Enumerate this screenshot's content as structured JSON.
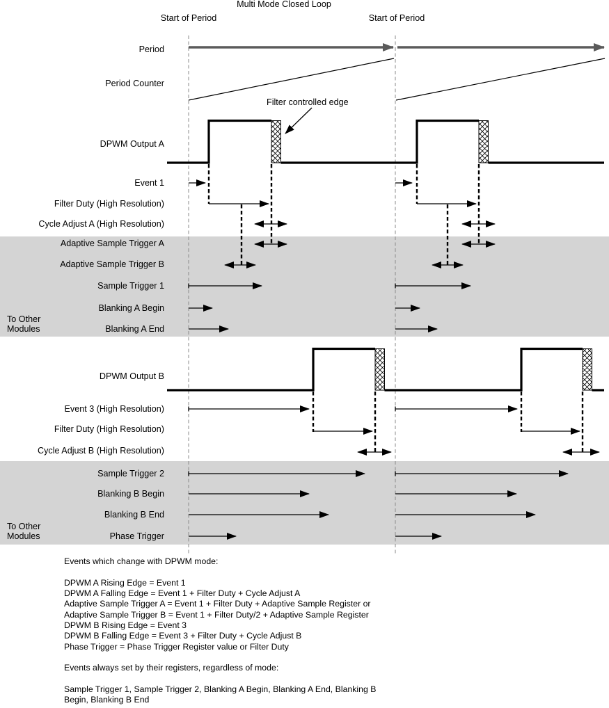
{
  "title": "Multi Mode Closed Loop",
  "markers": {
    "start_of_period_left": "Start of Period",
    "start_of_period_right": "Start of Period"
  },
  "callout": {
    "filter_controlled_edge": "Filter controlled edge"
  },
  "side_labels": {
    "to_other_modules_a": "To Other Modules",
    "to_other_modules_b": "To Other Modules"
  },
  "rows": {
    "period": "Period",
    "period_counter": "Period Counter",
    "dpwm_output_a": "DPWM Output A",
    "event_1": "Event 1",
    "filter_duty_a": "Filter Duty (High Resolution)",
    "cycle_adjust_a": "Cycle Adjust A (High Resolution)",
    "adaptive_sample_trigger_a": "Adaptive Sample Trigger A",
    "adaptive_sample_trigger_b": "Adaptive Sample Trigger B",
    "sample_trigger_1": "Sample Trigger 1",
    "blanking_a_begin": "Blanking A Begin",
    "blanking_a_end": "Blanking A End",
    "dpwm_output_b": "DPWM Output B",
    "event_3": "Event 3 (High Resolution)",
    "filter_duty_b": "Filter Duty (High Resolution)",
    "cycle_adjust_b": "Cycle Adjust B (High Resolution)",
    "sample_trigger_2": "Sample Trigger 2",
    "blanking_b_begin": "Blanking B Begin",
    "blanking_b_end": "Blanking B End",
    "phase_trigger": "Phase Trigger"
  },
  "footer": {
    "lines": [
      "Events which change with DPWM mode:",
      "",
      "DPWM A Rising Edge = Event 1",
      "DPWM A Falling Edge = Event 1 + Filter Duty + Cycle Adjust A",
      "Adaptive Sample Trigger A = Event 1 + Filter Duty + Adaptive Sample Register or",
      "Adaptive Sample Trigger B = Event 1 + Filter Duty/2 + Adaptive Sample Register",
      "DPWM B Rising Edge = Event 3",
      "DPWM B Falling Edge = Event 3 + Filter Duty + Cycle Adjust B",
      "Phase Trigger = Phase Trigger Register value or Filter Duty",
      "",
      "Events always set by their registers, regardless of mode:",
      "",
      "Sample Trigger 1, Sample Trigger 2, Blanking A Begin, Blanking A End, Blanking B",
      "Begin, Blanking B End"
    ]
  },
  "colors": {
    "band_gray": "#d4d4d4",
    "period_line_gray": "#5b5b5b",
    "dashed_guide_gray": "#8a8a8a",
    "line_black": "#000000"
  }
}
